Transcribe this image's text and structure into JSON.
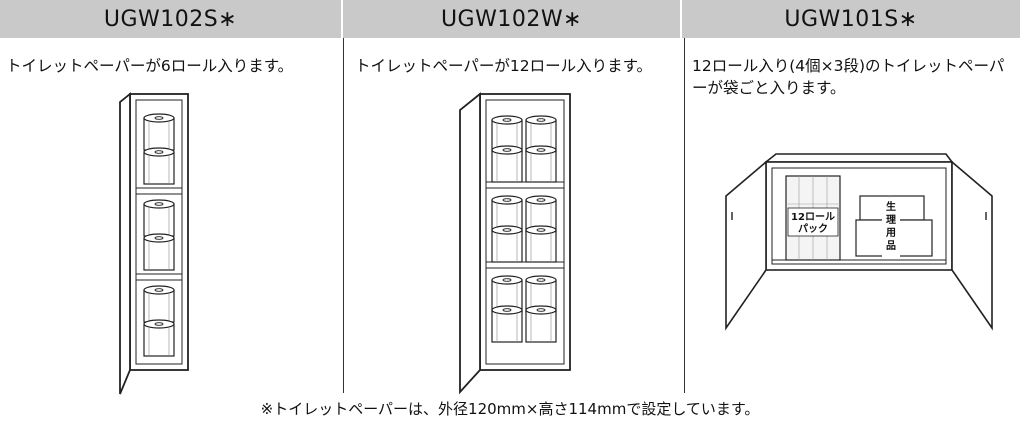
{
  "header": {
    "col1": "UGW102S∗",
    "col2": "UGW102W∗",
    "col3": "UGW101S∗"
  },
  "descriptions": {
    "col1": "トイレットペーパーが6ロール入ります。",
    "col2": "トイレットペーパーが12ロール入ります。",
    "col3": "12ロール入り(4個×3段)のトイレットペーパーが袋ごと入ります。"
  },
  "illustration_labels": {
    "pack": [
      "12ロール",
      "パック"
    ],
    "sanitary": [
      "生",
      "理",
      "用",
      "品"
    ]
  },
  "footnote": "※トイレットペーパーは、外径120mm×高さ114mmで設定しています。"
}
